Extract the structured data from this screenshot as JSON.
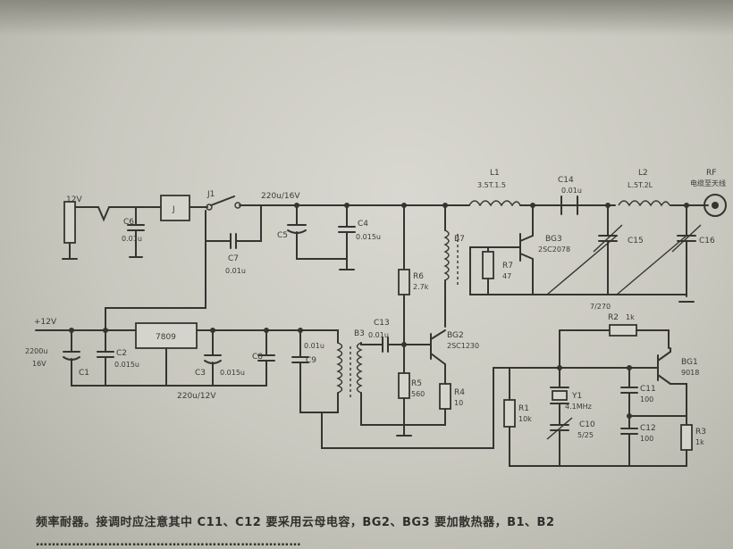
{
  "labels": {
    "power_in": "12V",
    "c6": "C6",
    "c6_value": "0.01u",
    "j": "J",
    "j1": "J1",
    "c7": "C7",
    "c7_value": "0.01u",
    "supply": "220u/16V",
    "c5": "C5",
    "c4": "C4",
    "c4_value": "0.015u",
    "l1": "L1",
    "l1_value": "3.5T.1.5",
    "c14": "C14",
    "c14_value": "0.01u",
    "l2": "L2",
    "l2_value": "L.5T.2L",
    "out": "RF",
    "out_sub": "电缆至天线",
    "bg3": "BG3",
    "bg3_type": "2SC2078",
    "r7": "R7",
    "r7_value": "47",
    "b7": "B7",
    "c15": "C15",
    "c16": "C16",
    "trim": "7/270",
    "r6": "R6",
    "r6_value": "2.7k",
    "plus12": "+12V",
    "c1_value": "2200u",
    "c1_volt": "16V",
    "c1": "C1",
    "c2": "C2",
    "c2_value": "0.015u",
    "reg": "7809",
    "c3": "C3",
    "c3_value": "0.015u",
    "c8": "C8",
    "bottom_supply": "220u/12V",
    "c9": "C9",
    "c9_value": "0.01u",
    "b3": "B3",
    "c13": "C13",
    "c13_value": "0.01u",
    "bg2": "BG2",
    "bg2_type": "2SC1230",
    "r5": "R5",
    "r5_value": "560",
    "r4": "R4",
    "r4_value": "10",
    "r2": "R2",
    "r2_value": "1k",
    "r1": "R1",
    "r1_value": "10k",
    "y1": "Y1",
    "y1_value": "4.1MHz",
    "c10": "C10",
    "c10_value": "5/25",
    "c11": "C11",
    "c11_value": "100",
    "c12": "C12",
    "c12_value": "100",
    "r3": "R3",
    "r3_value": "1k",
    "bg1": "BG1",
    "bg1_type": "9018"
  },
  "caption": {
    "line1": "频率耐器。接调时应注意其中 C11、C12 要采用云母电容，BG2、BG3 要加散热器，B1、B2",
    "line2": "…………………………………………………………"
  },
  "colors": {
    "paper": "#d9d8d0",
    "ink": "#35342f"
  }
}
